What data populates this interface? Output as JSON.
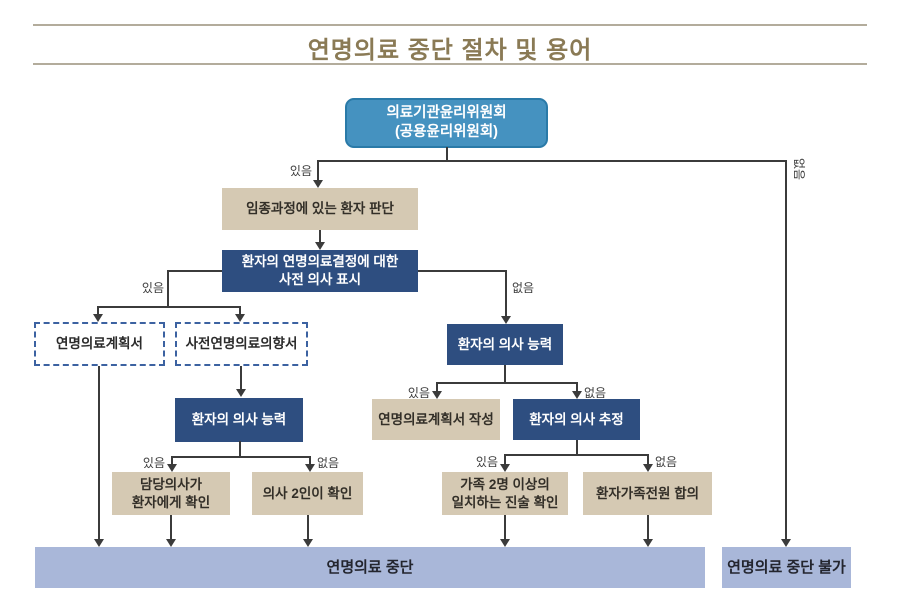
{
  "title": "연명의료 중단 절차 및 용어",
  "labels": {
    "yes": "있음",
    "no": "없음"
  },
  "nodes": {
    "ethics_committee": "의료기관윤리위원회\n(공용윤리위원회)",
    "dying_process_judgment": "임종과정에 있는 환자 판단",
    "advance_expression": "환자의 연명의료결정에 대한\n사전 의사 표시",
    "lst_plan": "연명의료계획서",
    "advance_directive": "사전연명의료의향서",
    "patient_capacity_left": "환자의 의사 능력",
    "patient_capacity_right": "환자의 의사 능력",
    "write_lst_plan": "연명의료계획서 작성",
    "patient_intent_estimation": "환자의 의사 추정",
    "attending_doctor_confirm": "담당의사가\n환자에게 확인",
    "two_doctors_confirm": "의사 2인이 확인",
    "family_two_statements": "가족 2명 이상의\n일치하는 진술 확인",
    "family_unanimous_agreement": "환자가족전원 합의",
    "stop_lst": "연명의료 중단",
    "stop_lst_impossible": "연명의료 중단 불가"
  },
  "colors": {
    "committee_fill": "#4592c0",
    "committee_border": "#2a7aa8",
    "navy_box": "#2e4e80",
    "tan_box": "#d5c9b3",
    "dashed_border": "#3c62a1",
    "result_bar": "#a9b7d9",
    "connector_line": "#3b3b3b",
    "title_text": "#8a7a55",
    "title_rule": "#b3ac9c"
  }
}
